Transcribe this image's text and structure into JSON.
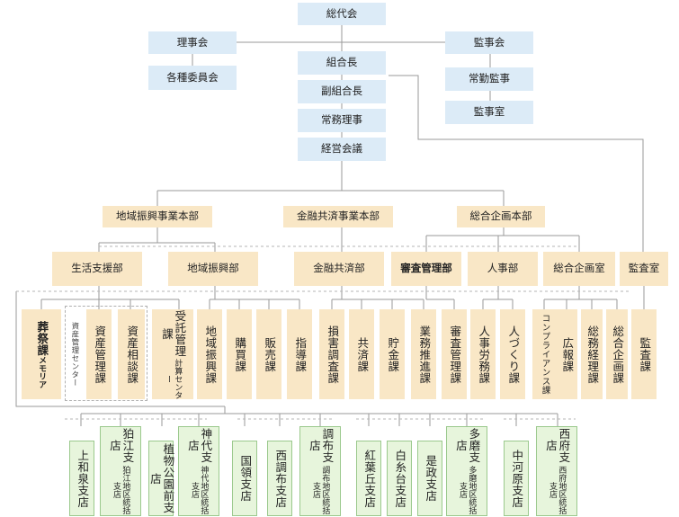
{
  "top": {
    "general_assembly": "総代会",
    "board": "理事会",
    "committees": "各種委員会",
    "auditors": "監事会",
    "full_time_auditor": "常勤監事",
    "auditor_office": "監事室",
    "president": "組合長",
    "vice_president": "副組合長",
    "managing_director": "常務理事",
    "management_meeting": "経営会議"
  },
  "headquarters": [
    "地域振興事業本部",
    "金融共済事業本部",
    "総合企画本部"
  ],
  "departments": [
    "生活支援部",
    "地域振興部",
    "金融共済部",
    "審査管理部",
    "人事部",
    "総合企画室",
    "監査室"
  ],
  "sections": {
    "funeral": {
      "main": "葬祭課",
      "sub": "メモリア"
    },
    "asset_center_note": "資産管理センター",
    "asset_mgmt": "資産管理課",
    "asset_consult": "資産相談課",
    "trust_mgmt": {
      "main": "受託管理課",
      "sub": "計算センター"
    },
    "chiiki": "地域振興課",
    "purchase": "購買課",
    "sales": "販売課",
    "guidance": "指導課",
    "damage": "損害調査課",
    "mutual": "共済課",
    "savings": "貯金課",
    "business": "業務推進課",
    "review": "審査管理課",
    "labor": "人事労務課",
    "hrdev": "人づくり課",
    "compliance": "コンプライアンス課",
    "pr": "広報課",
    "general_acct": "総務経理課",
    "planning": "総合企画課",
    "audit": "監査課"
  },
  "branches": {
    "kamiwaizumi": "上和泉支店",
    "komae": {
      "main": "狛江支店",
      "sub": "狛江地区統括支店"
    },
    "shokubutsu": "植物公園前支店",
    "jindai": {
      "main": "神代支店",
      "sub": "神代地区統括支店"
    },
    "kokuryo": "国領支店",
    "nishichofu": "西調布支店",
    "chofu": {
      "main": "調布支店",
      "sub": "調布地区統括支店"
    },
    "momijigaoka": "紅葉丘支店",
    "shiroitodai": "白糸台支店",
    "koremasa": "是政支店",
    "tama": {
      "main": "多磨支店",
      "sub": "多磨地区統括支店"
    },
    "nakagawara": "中河原支店",
    "nishifu": {
      "main": "西府支店",
      "sub": "西府地区統括支店"
    }
  },
  "colors": {
    "blue": "#dcebf7",
    "tan": "#f9e7c6",
    "green": "#e7f5dc",
    "line": "#9a9a9a"
  }
}
